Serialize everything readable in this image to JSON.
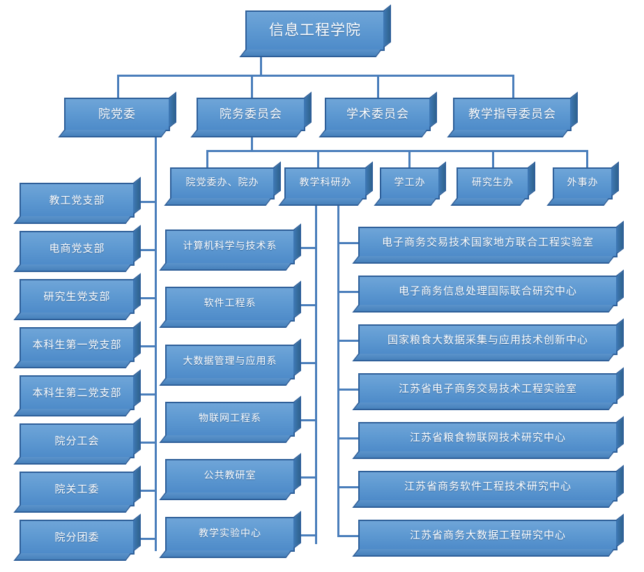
{
  "title": "信息工程学院",
  "colors": {
    "box_fill": "#5f9ad2",
    "box_border": "#2e5f99",
    "connector": "#4a7ebb",
    "text": "#ffffff",
    "background": "#ffffff"
  },
  "root": {
    "label": "信息工程学院"
  },
  "level2": [
    {
      "label": "院党委"
    },
    {
      "label": "院务委员会"
    },
    {
      "label": "学术委员会"
    },
    {
      "label": "教学指导委员会"
    }
  ],
  "offices": [
    {
      "label": "院党委办、院办"
    },
    {
      "label": "教学科研办"
    },
    {
      "label": "学工办"
    },
    {
      "label": "研究生办"
    },
    {
      "label": "外事办"
    }
  ],
  "party_branches": [
    {
      "label": "教工党支部"
    },
    {
      "label": "电商党支部"
    },
    {
      "label": "研究生党支部"
    },
    {
      "label": "本科生第一党支部"
    },
    {
      "label": "本科生第二党支部"
    },
    {
      "label": "院分工会"
    },
    {
      "label": "院关工委"
    },
    {
      "label": "院分团委"
    }
  ],
  "departments": [
    {
      "label": "计算机科学与技术系"
    },
    {
      "label": "软件工程系"
    },
    {
      "label": "大数据管理与应用系"
    },
    {
      "label": "物联网工程系"
    },
    {
      "label": "公共教研室"
    },
    {
      "label": "教学实验中心"
    }
  ],
  "research_centers": [
    {
      "label": "电子商务交易技术国家地方联合工程实验室"
    },
    {
      "label": "电子商务信息处理国际联合研究中心"
    },
    {
      "label": "国家粮食大数据采集与应用技术创新中心"
    },
    {
      "label": "江苏省电子商务交易技术工程实验室"
    },
    {
      "label": "江苏省粮食物联网技术研究中心"
    },
    {
      "label": "江苏省商务软件工程技术研究中心"
    },
    {
      "label": "江苏省商务大数据工程研究中心"
    }
  ]
}
